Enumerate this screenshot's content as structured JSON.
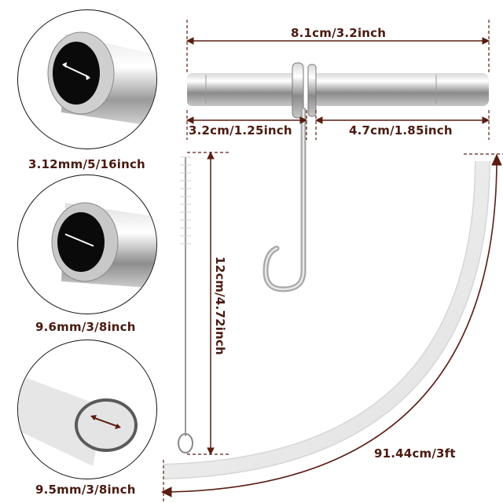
{
  "colors": {
    "dimension_line": "#5a1e14",
    "label_text": "#4a1a10",
    "metal_light": "#f2f2f2",
    "metal_dark": "#7a7a7a",
    "tube_white": "#efefef",
    "circle_border": "#111111"
  },
  "dimensions": {
    "total_length": "8.1cm/3.2inch",
    "left_length": "3.2cm/1.25inch",
    "right_length": "4.7cm/1.85inch",
    "brush_length": "12cm/4.72inch",
    "tube_length": "91.44cm/3ft"
  },
  "detail_circles": [
    {
      "label": "3.12mm/5/16inch",
      "subject": "steel-pipe-small-end"
    },
    {
      "label": "9.6mm/3/8inch",
      "subject": "steel-pipe-large-end"
    },
    {
      "label": "9.5mm/3/8inch",
      "subject": "silicone-tube-end"
    }
  ]
}
